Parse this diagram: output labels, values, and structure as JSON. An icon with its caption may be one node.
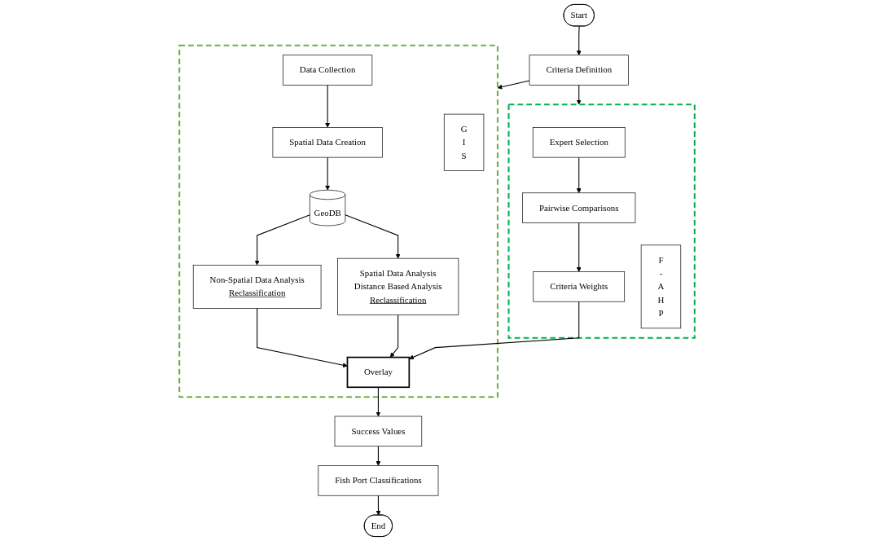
{
  "diagram": {
    "nodes": [
      {
        "text": [
          "Start"
        ]
      },
      {
        "text": [
          "Criteria Definition"
        ]
      },
      {
        "text": [],
        "shape": "box"
      },
      {
        "text": [
          "G I S"
        ],
        "in": 2
      },
      {
        "text": [
          "Data Collection"
        ],
        "in": 2
      },
      {
        "text": [
          "Spatial Data Creation"
        ],
        "in": 2
      },
      {
        "text": [
          "GeoDB"
        ],
        "in": 2
      },
      {
        "text": [
          "Non-Spatial Data Analysis",
          "Reclassification"
        ],
        "in": 2
      },
      {
        "text": [
          "Spatial Data Analysis",
          "Distance Based Analysis",
          "Reclassification"
        ],
        "in": 2
      },
      {
        "text": [
          "Overlay"
        ],
        "in": 2
      },
      {
        "text": [],
        "shape": "box"
      },
      {
        "text": [
          "Expert Selection"
        ],
        "in": 10
      },
      {
        "text": [
          "Pairwise Comparisons"
        ],
        "in": 10
      },
      {
        "text": [
          "Criteria Weights"
        ],
        "in": 10
      },
      {
        "text": [
          "F - A H P"
        ],
        "in": 10
      },
      {
        "text": [
          "Success Values"
        ]
      },
      {
        "text": [
          "Fish Port Classifications"
        ]
      },
      {
        "text": [
          "End"
        ]
      }
    ],
    "edges": [
      {
        "from": 0,
        "to": 1,
        "arrow": "to"
      },
      {
        "from": 1,
        "to": 2,
        "arrow": "to"
      },
      {
        "from": 1,
        "to": 10,
        "arrow": "to"
      },
      {
        "from": 4,
        "to": 5,
        "arrow": "to"
      },
      {
        "from": 5,
        "to": 6,
        "arrow": "to"
      },
      {
        "from": 6,
        "to": 7,
        "arrow": "to"
      },
      {
        "from": 6,
        "to": 8,
        "arrow": "to"
      },
      {
        "from": 7,
        "to": 9,
        "arrow": "to"
      },
      {
        "from": 8,
        "to": 9,
        "arrow": "to"
      },
      {
        "from": 11,
        "to": 12,
        "arrow": "to"
      },
      {
        "from": 12,
        "to": 13,
        "arrow": "to"
      },
      {
        "from": 13,
        "to": 9,
        "arrow": "to"
      },
      {
        "from": 9,
        "to": 15,
        "arrow": "to"
      },
      {
        "from": 15,
        "to": 16,
        "arrow": "to"
      },
      {
        "from": 16,
        "to": 17,
        "arrow": "to"
      }
    ]
  }
}
